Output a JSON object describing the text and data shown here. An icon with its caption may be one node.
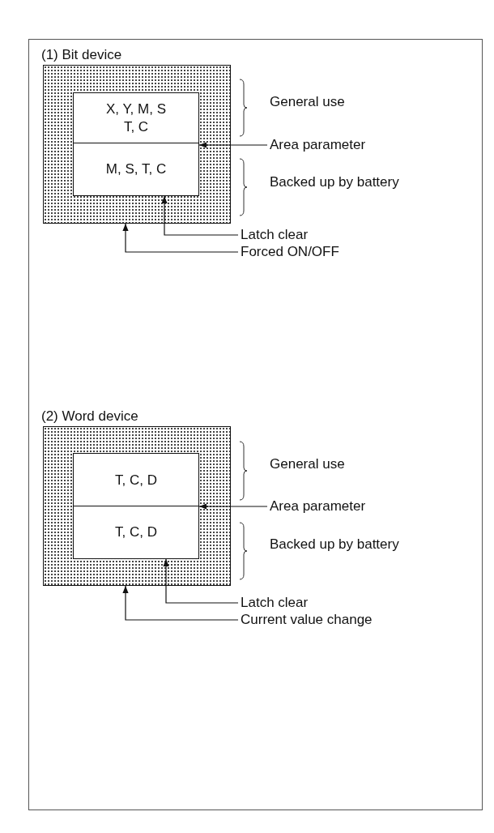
{
  "diagram": {
    "nodes": [
      {
        "text": [
          "(1) Bit device"
        ]
      },
      {
        "text": [
          "X, Y, M, S T, C"
        ],
        "in": 0
      },
      {
        "text": [
          "M, S, T, C"
        ],
        "in": 0
      },
      {
        "text": [
          "Area parameter"
        ]
      },
      {
        "text": [
          "Latch clear"
        ]
      },
      {
        "text": [
          "Forced ON/OFF"
        ]
      },
      {
        "text": [
          "(2) Word device"
        ]
      },
      {
        "text": [
          "T, C, D"
        ],
        "in": 6
      },
      {
        "text": [
          "T, C, D"
        ],
        "in": 6
      },
      {
        "text": [
          "Area parameter"
        ]
      },
      {
        "text": [
          "Latch clear"
        ]
      },
      {
        "text": [
          "Current value change"
        ]
      }
    ],
    "edges": [
      {
        "from": 3,
        "to": 1,
        "arrow": "to"
      },
      {
        "from": 4,
        "to": 2,
        "arrow": "to"
      },
      {
        "from": 5,
        "to": 0,
        "arrow": "to"
      },
      {
        "from": 9,
        "to": 7,
        "arrow": "to"
      },
      {
        "from": 10,
        "to": 8,
        "arrow": "to"
      },
      {
        "from": 11,
        "to": 6,
        "arrow": "to"
      }
    ],
    "labels": [
      "General use",
      "Backed up by battery",
      "General use",
      "Backed up by battery"
    ]
  }
}
